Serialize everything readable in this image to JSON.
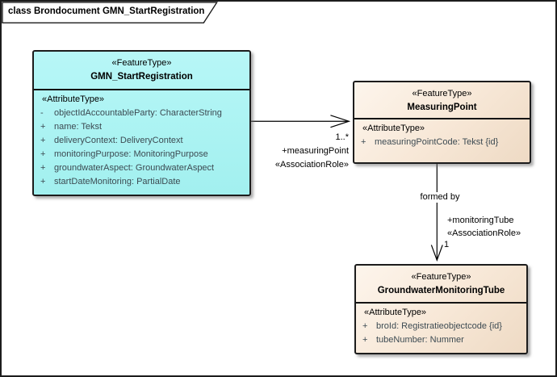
{
  "diagram": {
    "title": "class Brondocument GMN_StartRegistration"
  },
  "classes": [
    {
      "stereotype": "«FeatureType»",
      "name": "GMN_StartRegistration",
      "compartment_label": "«AttributeType»",
      "attributes": [
        {
          "visibility": "-",
          "signature": "objectIdAccountableParty: CharacterString"
        },
        {
          "visibility": "+",
          "signature": "name: Tekst"
        },
        {
          "visibility": "+",
          "signature": "deliveryContext: DeliveryContext"
        },
        {
          "visibility": "+",
          "signature": "monitoringPurpose: MonitoringPurpose"
        },
        {
          "visibility": "+",
          "signature": "groundwaterAspect: GroundwaterAspect"
        },
        {
          "visibility": "+",
          "signature": "startDateMonitoring: PartialDate"
        }
      ]
    },
    {
      "stereotype": "«FeatureType»",
      "name": "MeasuringPoint",
      "compartment_label": "«AttributeType»",
      "attributes": [
        {
          "visibility": "+",
          "signature": "measuringPointCode: Tekst {id}"
        }
      ]
    },
    {
      "stereotype": "«FeatureType»",
      "name": "GroundwaterMonitoringTube",
      "compartment_label": "«AttributeType»",
      "attributes": [
        {
          "visibility": "+",
          "signature": "broId: Registratieobjectcode {id}"
        },
        {
          "visibility": "+",
          "signature": "tubeNumber: Nummer"
        }
      ]
    }
  ],
  "associations": [
    {
      "target_multiplicity": "1..*",
      "target_role": "+measuringPoint",
      "stereotype": "«AssociationRole»"
    },
    {
      "name": "formed by",
      "target_role": "+monitoringTube",
      "stereotype": "«AssociationRole»",
      "target_multiplicity": "1"
    }
  ],
  "colors": {
    "background": "#ffffff",
    "border": "#1c1c1c",
    "cyan_fill_top": "#b7f7f7",
    "cyan_fill_bottom": "#a2f0ef",
    "tan_fill_light": "#fdf5ec",
    "tan_fill_dark": "#eedac4",
    "attribute_text": "#3c4a52",
    "connector": "#000000"
  }
}
